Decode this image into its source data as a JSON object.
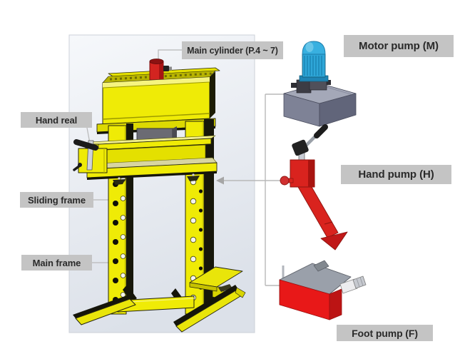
{
  "labels": {
    "main_cylinder": "Main cylinder (P.4 ~ 7)",
    "hand_real": "Hand real",
    "sliding_frame": "Sliding frame",
    "main_frame": "Main frame",
    "motor_pump": "Motor pump (M)",
    "hand_pump": "Hand pump (H)",
    "foot_pump": "Foot pump (F)"
  },
  "figures": {
    "press": "hydraulic-press-illustration",
    "motor_pump": "motor-pump-illustration",
    "hand_pump": "hand-pump-illustration",
    "foot_pump": "foot-pump-illustration"
  },
  "colors": {
    "frame_yellow": "#EFEB06",
    "pump_red": "#D9231E",
    "motor_blue": "#2EA6D8",
    "label_background": "#C4C4C4",
    "label_text": "#2A2A2A",
    "connector_line": "#B8B8B8",
    "panel_fill_top": "#F5F7FA",
    "panel_fill_bottom": "#DCE1E9"
  }
}
